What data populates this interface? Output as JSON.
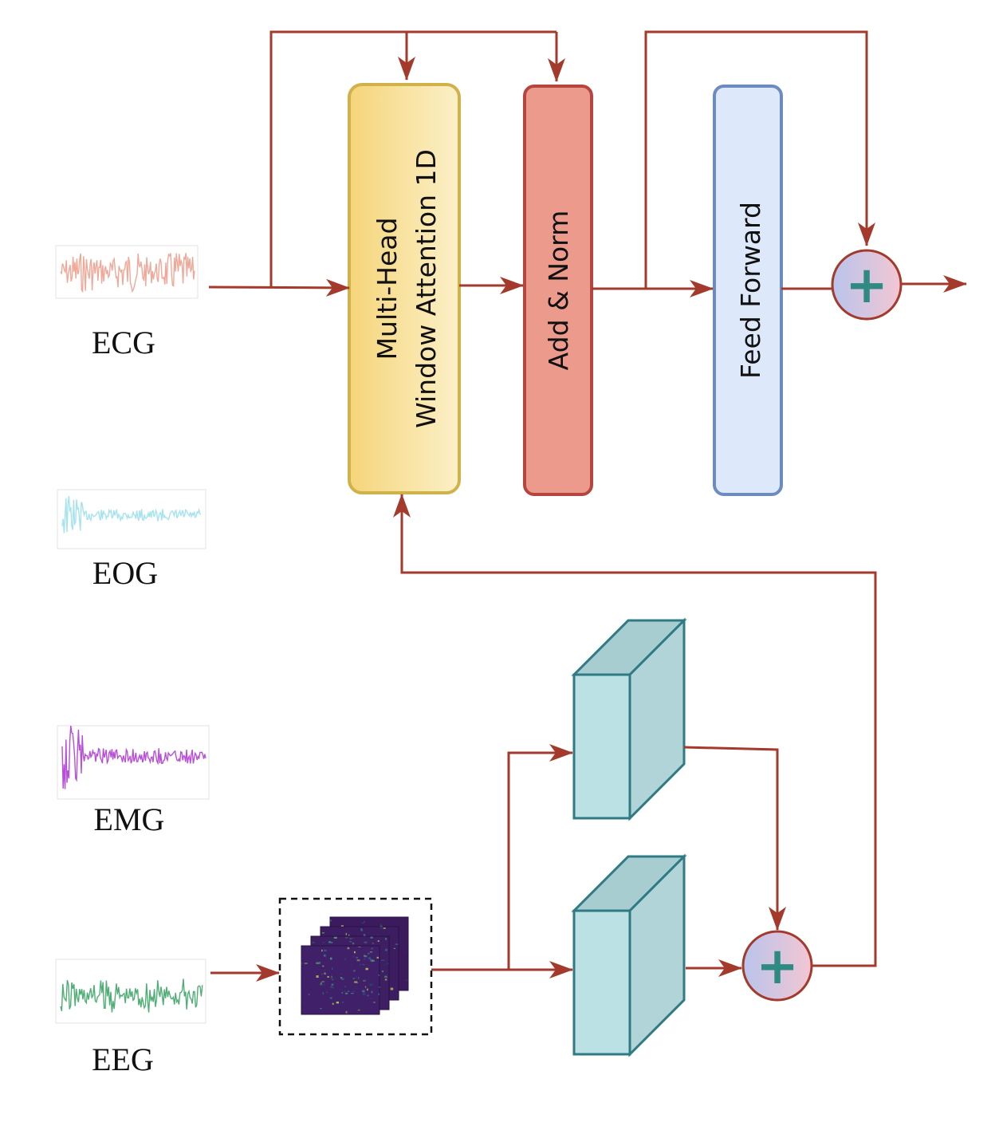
{
  "signals": [
    {
      "key": "ecg",
      "label": "ECG",
      "color": "#f0a898"
    },
    {
      "key": "eog",
      "label": "EOG",
      "color": "#a6e3f0"
    },
    {
      "key": "emg",
      "label": "EMG",
      "color": "#b84fd8"
    },
    {
      "key": "eeg",
      "label": "EEG",
      "color": "#4fae74"
    }
  ],
  "blocks": {
    "attention": {
      "line1": "Multi-Head",
      "line2": "Window Attention 1D",
      "fill_left": "#f5d57a",
      "fill_right": "#fcf0c8",
      "stroke": "#d1b24a"
    },
    "add_norm": {
      "label": "Add & Norm",
      "fill": "#eb9a8c",
      "stroke": "#b5463f"
    },
    "feed_forward": {
      "label": "Feed Forward",
      "fill": "#dde8fa",
      "stroke": "#6c8bc0"
    }
  },
  "operators": {
    "plus_symbol": "+",
    "plus_color": "#2f8a84",
    "fill_left": "#b9c4ec",
    "fill_right": "#f3c6d3",
    "stroke": "#a33a2c"
  },
  "colors": {
    "arrow": "#a33a2c",
    "cube_face": "#bce1e5",
    "cube_edge": "#2f7a83",
    "spectrogram": "#3b1a5e"
  }
}
